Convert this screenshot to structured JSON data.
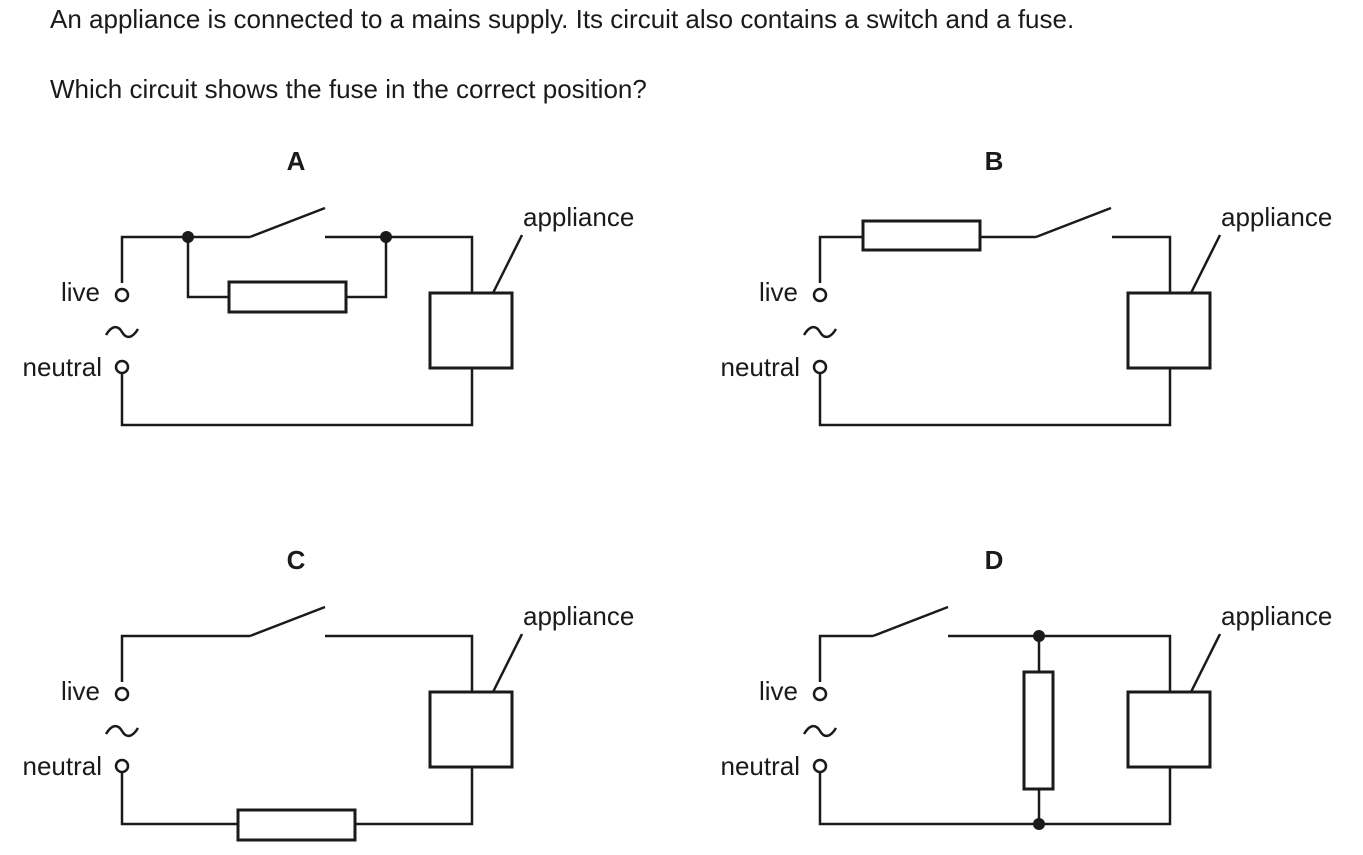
{
  "question": {
    "stem": "An appliance is connected to a mains supply. Its circuit also contains a switch and a fuse.",
    "prompt": "Which circuit shows the fuse in the correct position?"
  },
  "labels": {
    "live": "live",
    "neutral": "neutral",
    "appliance": "appliance",
    "ac_symbol": "~"
  },
  "options": [
    {
      "letter": "A",
      "fuse_position": "in parallel with the switch (live wire)"
    },
    {
      "letter": "B",
      "fuse_position": "in series on the live wire, before the switch"
    },
    {
      "letter": "C",
      "fuse_position": "in series on the neutral wire"
    },
    {
      "letter": "D",
      "fuse_position": "in parallel with the appliance"
    }
  ]
}
